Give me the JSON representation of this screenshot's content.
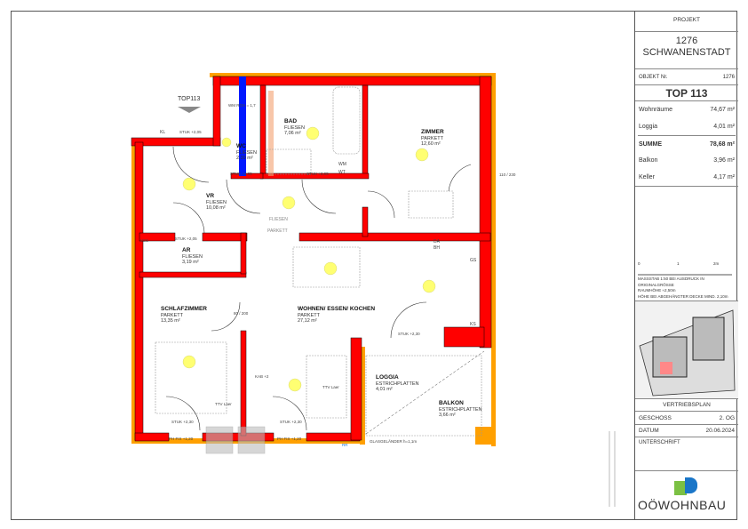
{
  "header": {
    "project_label": "PROJEKT",
    "project_number": "1276",
    "project_city": "SCHWANENSTADT",
    "object_label": "OBJEKT Nr.",
    "object_number": "1276",
    "unit": "TOP 113"
  },
  "areas": [
    {
      "label": "Wohnräume",
      "value": "74,67 m²"
    },
    {
      "label": "Loggia",
      "value": "4,01 m²"
    },
    {
      "label": "SUMME",
      "value": "78,68 m²"
    },
    {
      "label": "Balkon",
      "value": "3,96 m²"
    },
    {
      "label": "Keller",
      "value": "4,17 m²"
    }
  ],
  "scale": {
    "ticks": [
      "0",
      "1",
      "2m"
    ],
    "line1": "MASSSTAB 1:50 BEI AUSDRUCK IN",
    "line2": "ORIGINALGRÖSSE",
    "line3": "RAUMHÖHE ≈2,50m",
    "line4": "HÖHE BEI ABGEHÄNGTER DECKE MIND. 2,10m"
  },
  "footer": {
    "plan_type": "VERTRIEBSPLAN",
    "floor_label": "GESCHOSS",
    "floor_value": "2. OG",
    "date_label": "DATUM",
    "date_value": "20.06.2024",
    "signature_label": "UNTERSCHRIFT",
    "logo_text": "OÖWOHNBAU"
  },
  "plan": {
    "unit_marker": "TOP113",
    "rooms": [
      {
        "name": "WC",
        "floor": "FLIESEN",
        "area": "2,39 m²"
      },
      {
        "name": "BAD",
        "floor": "FLIESEN",
        "area": "7,06 m²"
      },
      {
        "name": "ZIMMER",
        "floor": "PARKETT",
        "area": "12,60 m²"
      },
      {
        "name": "VR",
        "floor": "FLIESEN",
        "area": "10,08 m²"
      },
      {
        "name": "AR",
        "floor": "FLIESEN",
        "area": "3,19 m²"
      },
      {
        "name": "SCHLAFZIMMER",
        "floor": "PARKETT",
        "area": "13,35 m²"
      },
      {
        "name": "WOHNEN/ ESSEN/ KOCHEN",
        "floor": "PARKETT",
        "area": "27,12 m²"
      },
      {
        "name": "LOGGIA",
        "floor": "ESTRICHPLATTEN",
        "area": "4,01 m²"
      },
      {
        "name": "BALKON",
        "floor": "ESTRICHPLATTEN",
        "area": "3,66 m²"
      }
    ],
    "notes": {
      "stuk205": "STUK +2,05",
      "stuk230": "STUK +2,30",
      "wm_rgh": "WM RGH = 1,7",
      "fliesen": "FLIESEN",
      "parkett": "PARKETT",
      "glas": "GLASGELÄNDER h=1,1m",
      "phfix": "PH FIX +1,20",
      "wm": "WM",
      "wt": "WT",
      "da": "DA",
      "bh": "BH",
      "gs": "GS",
      "ks": "KS",
      "ttv": "TTV Laer",
      "kab": "KAB +2",
      "kl": "KL",
      "vss": "VSS",
      "door": "80 / 200",
      "win": "110 / 230",
      "rr": "RR"
    }
  }
}
